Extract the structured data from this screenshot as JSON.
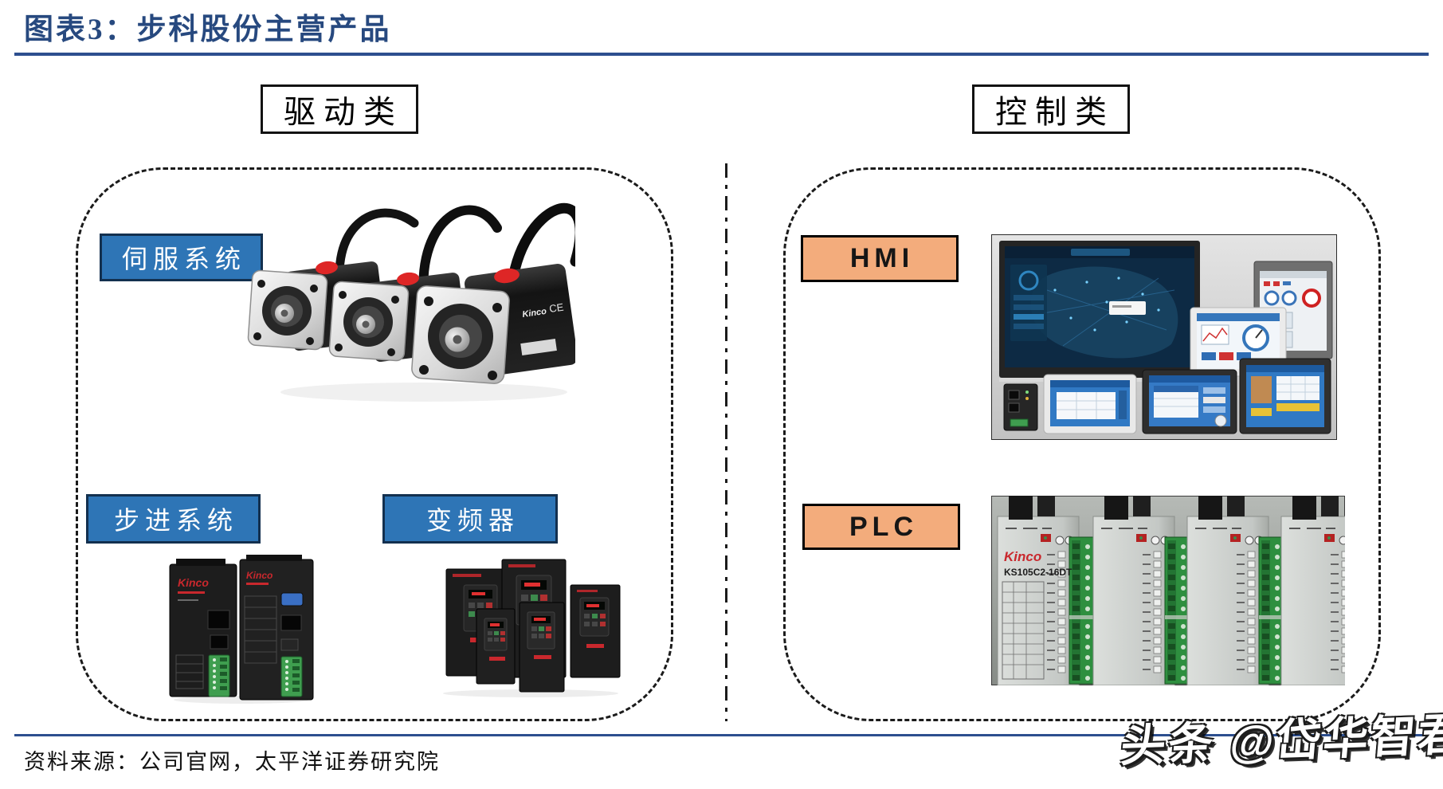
{
  "figure": {
    "title": "图表3：步科股份主营产品",
    "source": "资料来源：公司官网，太平洋证券研究院",
    "watermark": "头条 @岱华智君"
  },
  "sections": {
    "drive": {
      "header": "驱动类",
      "servo_label": "伺服系统",
      "stepper_label": "步进系统",
      "inverter_label": "变频器"
    },
    "control": {
      "header": "控制类",
      "hmi_label": "HMI",
      "plc_label": "PLC"
    }
  },
  "brand": {
    "name": "Kinco",
    "plc_model": "KS105C2-16DT",
    "ce_mark": "CE"
  },
  "colors": {
    "title_blue": "#27497F",
    "rule_blue": "#2D4F8F",
    "label_blue": "#2E75B6",
    "label_blue_border": "#13304F",
    "label_orange": "#F3AC7C",
    "panel_border": "#1B1B1B",
    "kinco_red": "#C9282D"
  }
}
